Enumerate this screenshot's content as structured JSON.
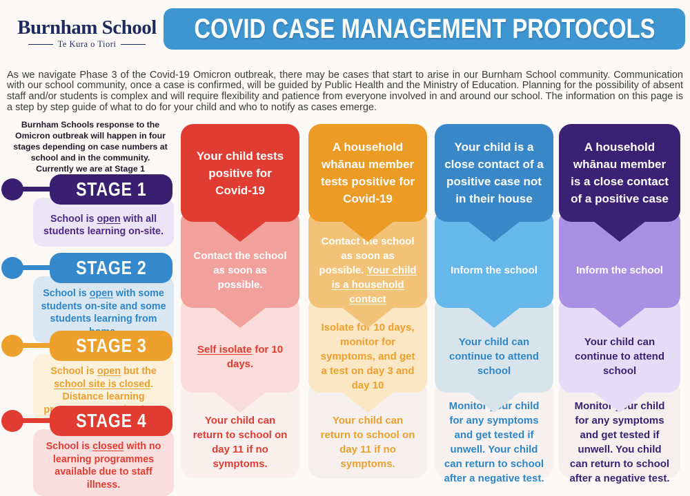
{
  "header": {
    "logo": {
      "name": "Burnham School",
      "subtitle": "Te Kura o Tiori",
      "color": "#1E2A5C"
    },
    "title": {
      "text": "COVID CASE MANAGEMENT PROTOCOLS",
      "bg": "#3E96D1",
      "fg": "#FFFFFF"
    }
  },
  "intro": {
    "text": "As we navigate Phase 3 of the Covid-19 Omicron outbreak, there may be cases that start to arise in our Burnham School community. Communication with our school community, once a case is confirmed, will be guided by Public Health and the Ministry of Education. Planning for the possibility of absent staff and/or students is complex and will require flexibility and patience from everyone involved in and around our school. The information on this page is a step by step guide of what to do for your child and who to notify as cases emerge."
  },
  "sidebar": {
    "note": "Burnham Schools response to the Omicron outbreak will happen in four stages depending on case numbers at school and in the community.",
    "note_line2": "Currently we are at Stage 1",
    "stages": [
      {
        "label": "STAGE 1",
        "color": "#3A1F71",
        "card_bg": "#ECE5F8",
        "text_color": "#4A2A85",
        "description": [
          {
            "t": "School is "
          },
          {
            "t": "open",
            "u": true
          },
          {
            "t": " with all students learning on-site."
          }
        ]
      },
      {
        "label": "STAGE 2",
        "color": "#3389CB",
        "card_bg": "#D8E7F2",
        "text_color": "#2E86C8",
        "description": [
          {
            "t": "School is "
          },
          {
            "t": "open",
            "u": true
          },
          {
            "t": " with some students on-site and some students learning from home."
          }
        ]
      },
      {
        "label": "STAGE 3",
        "color": "#EDA02B",
        "card_bg": "#FDF1DB",
        "text_color": "#ECA02C",
        "description": [
          {
            "t": "School is "
          },
          {
            "t": "open",
            "u": true
          },
          {
            "t": " but the "
          },
          {
            "t": "school site is closed",
            "u": true
          },
          {
            "t": ". Distance learning programmes are in place."
          }
        ]
      },
      {
        "label": "STAGE 4",
        "color": "#E23C32",
        "card_bg": "#FBDFDE",
        "text_color": "#E23C32",
        "description": [
          {
            "t": "School is "
          },
          {
            "t": "closed",
            "u": true
          },
          {
            "t": " with no learning programmes available due to staff illness."
          }
        ]
      }
    ]
  },
  "columns": [
    {
      "name": "child-tests-positive",
      "steps": [
        {
          "bg": "#E03C31",
          "fg": "#FFFFFF",
          "segments": [
            {
              "t": "Your child tests positive for Covid-19"
            }
          ]
        },
        {
          "bg": "#F2A09C",
          "fg": "#FFFFFF",
          "segments": [
            {
              "t": "Contact the school as soon as possible."
            }
          ]
        },
        {
          "bg": "#FADCDA",
          "fg": "#E03C31",
          "segments": [
            {
              "t": "Self isolate",
              "u": true
            },
            {
              "t": " for 10 days."
            }
          ]
        },
        {
          "bg": "#FCF0EE",
          "fg": "#E03C31",
          "segments": [
            {
              "t": "Your child can return to school on day 11 if no symptoms."
            }
          ]
        }
      ]
    },
    {
      "name": "household-member-tests-positive",
      "steps": [
        {
          "bg": "#EC9B24",
          "fg": "#FFFFFF",
          "segments": [
            {
              "t": "A household whānau member tests positive for Covid-19"
            }
          ]
        },
        {
          "bg": "#F3C279",
          "fg": "#FFFFFF",
          "segments": [
            {
              "t": "Contact the school as soon as possible. "
            },
            {
              "t": "Your child is a household contact",
              "u": true
            }
          ]
        },
        {
          "bg": "#FBE7C4",
          "fg": "#ECA02C",
          "segments": [
            {
              "t": "Isolate for 10 days, monitor for symptoms, and get a test on day 3 and day 10"
            }
          ]
        },
        {
          "bg": "#F5F0ED",
          "fg": "#ECA02C",
          "segments": [
            {
              "t": "Your child can return to school on day 11 if no symptoms."
            }
          ]
        }
      ]
    },
    {
      "name": "child-close-contact-outside-house",
      "steps": [
        {
          "bg": "#3A87C8",
          "fg": "#FFFFFF",
          "segments": [
            {
              "t": "Your child is a close contact of a positive case not in their house"
            }
          ]
        },
        {
          "bg": "#66B8EA",
          "fg": "#FFFFFF",
          "segments": [
            {
              "t": "Inform the school"
            }
          ]
        },
        {
          "bg": "#D7E4EB",
          "fg": "#2E86C8",
          "segments": [
            {
              "t": "Your child can continue to attend school"
            }
          ]
        },
        {
          "bg": "#F7F2EF",
          "fg": "#2E86C8",
          "segments": [
            {
              "t": "Monitor your child for any symptoms and get tested if unwell. Your child can return to school after a negative test."
            }
          ]
        }
      ]
    },
    {
      "name": "household-member-close-contact",
      "steps": [
        {
          "bg": "#3B2173",
          "fg": "#FFFFFF",
          "segments": [
            {
              "t": "A household whānau member is a close contact of a positive case"
            }
          ]
        },
        {
          "bg": "#AA90E2",
          "fg": "#FFFFFF",
          "segments": [
            {
              "t": "Inform the school"
            }
          ]
        },
        {
          "bg": "#E5DCF8",
          "fg": "#3B2173",
          "segments": [
            {
              "t": "Your child can continue to attend school"
            }
          ]
        },
        {
          "bg": "#F5F0EE",
          "fg": "#3B2173",
          "segments": [
            {
              "t": "Monitor your child for any symptoms and get tested if unwell. You child can return to school after a negative test."
            }
          ]
        }
      ]
    }
  ]
}
